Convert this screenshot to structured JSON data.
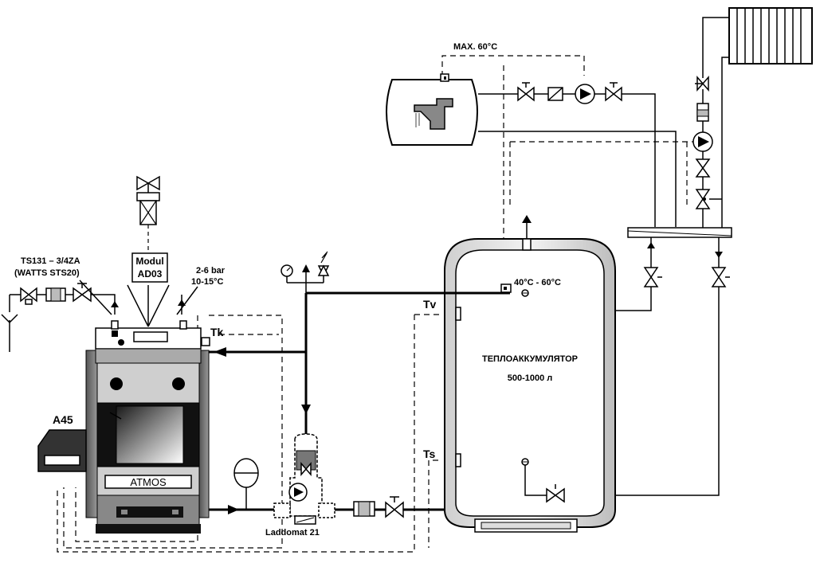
{
  "labels": {
    "ts131_line1": "TS131 – 3/4ZA",
    "ts131_line2": "(WATTS STS20)",
    "modul_line1": "Modul",
    "modul_line2": "AD03",
    "pressure": "2-6 bar",
    "temperature": "10-15°C",
    "tk": "Tk",
    "a45": "A45",
    "atmos": "ATMOS",
    "laddomat": "Laddomat 21",
    "max_temp": "MAX. 60°C",
    "tank_temp": "40°C - 60°C",
    "tv": "Tv",
    "ts": "Ts",
    "tank_title": "ТЕПЛОАККУМУЛЯТОР",
    "tank_volume": "500-1000 л"
  }
}
